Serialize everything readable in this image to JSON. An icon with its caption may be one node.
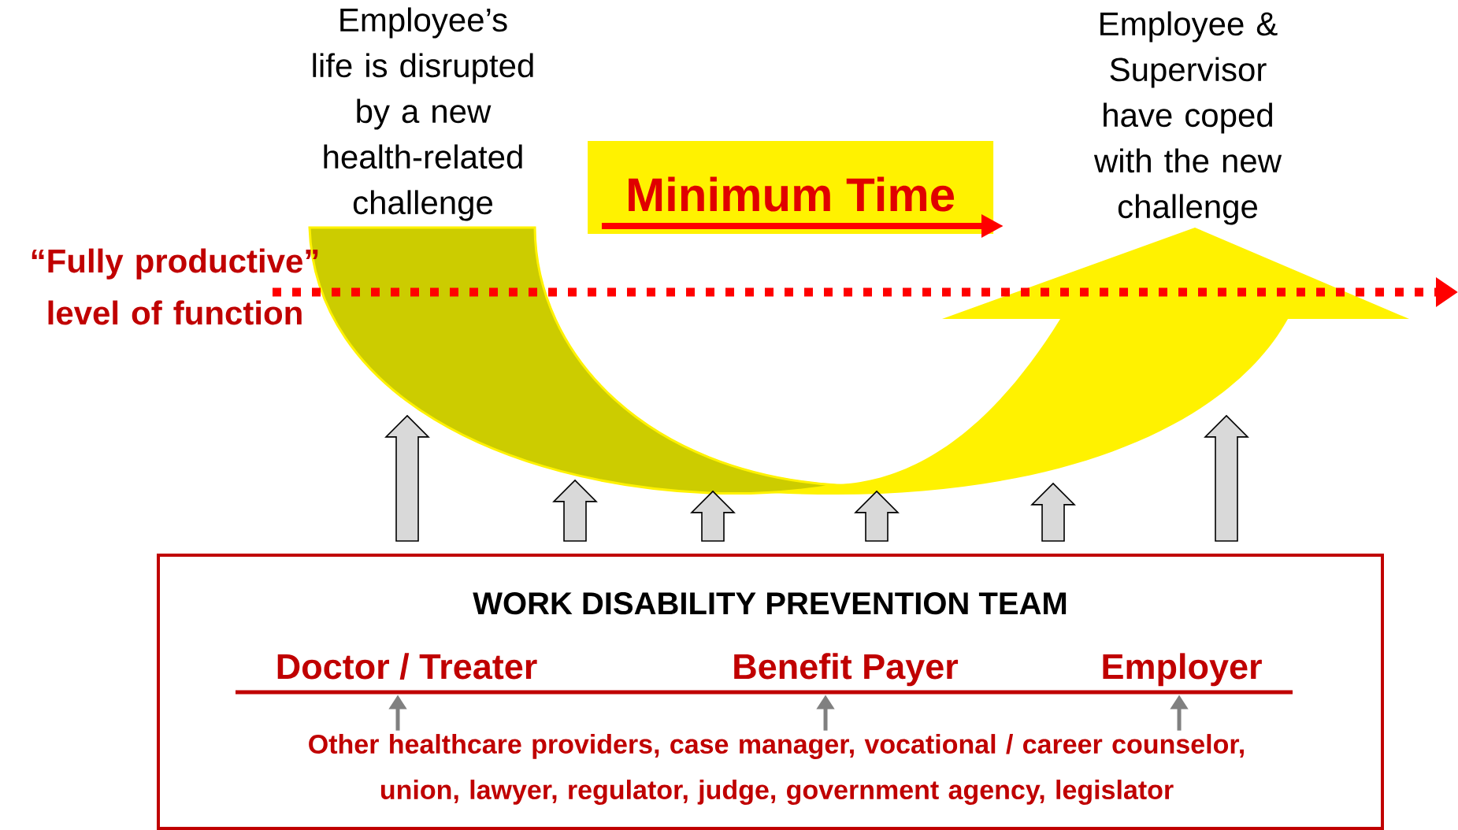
{
  "diagram": {
    "nodes": [
      {
        "text": [
          "Minimum Time"
        ]
      },
      {
        "text": [],
        "shape": "arrow",
        "beside": [
          "Employee’s life is disrupted by a new health-related challenge",
          "Employee & Supervisor have coped with the new challenge"
        ]
      },
      {
        "text": [
          "WORK DISABILITY PREVENTION TEAM"
        ]
      },
      {
        "text": [
          "Doctor / Treater"
        ],
        "in": 2
      },
      {
        "text": [
          "Benefit Payer"
        ],
        "in": 2
      },
      {
        "text": [
          "Employer"
        ],
        "in": 2
      },
      {
        "text": [
          "Other healthcare providers, case manager, vocational / career counselor, union, lawyer, regulator, judge, government agency, legislator"
        ],
        "in": 2
      }
    ],
    "edges": [
      {
        "from": 2,
        "to": 1,
        "arrow": "to"
      },
      {
        "from": 2,
        "to": 1,
        "arrow": "to"
      },
      {
        "from": 2,
        "to": 1,
        "arrow": "to"
      },
      {
        "from": 2,
        "to": 1,
        "arrow": "to"
      },
      {
        "from": 2,
        "to": 1,
        "arrow": "to"
      },
      {
        "from": 2,
        "to": 1,
        "arrow": "to"
      },
      {
        "from": 6,
        "to": 3,
        "arrow": "to",
        "color": "#808080"
      },
      {
        "from": 6,
        "to": 4,
        "arrow": "to",
        "color": "#808080"
      },
      {
        "from": 6,
        "to": 5,
        "arrow": "to",
        "color": "#808080"
      }
    ],
    "labels": [
      "“Fully productive” level of function"
    ]
  }
}
